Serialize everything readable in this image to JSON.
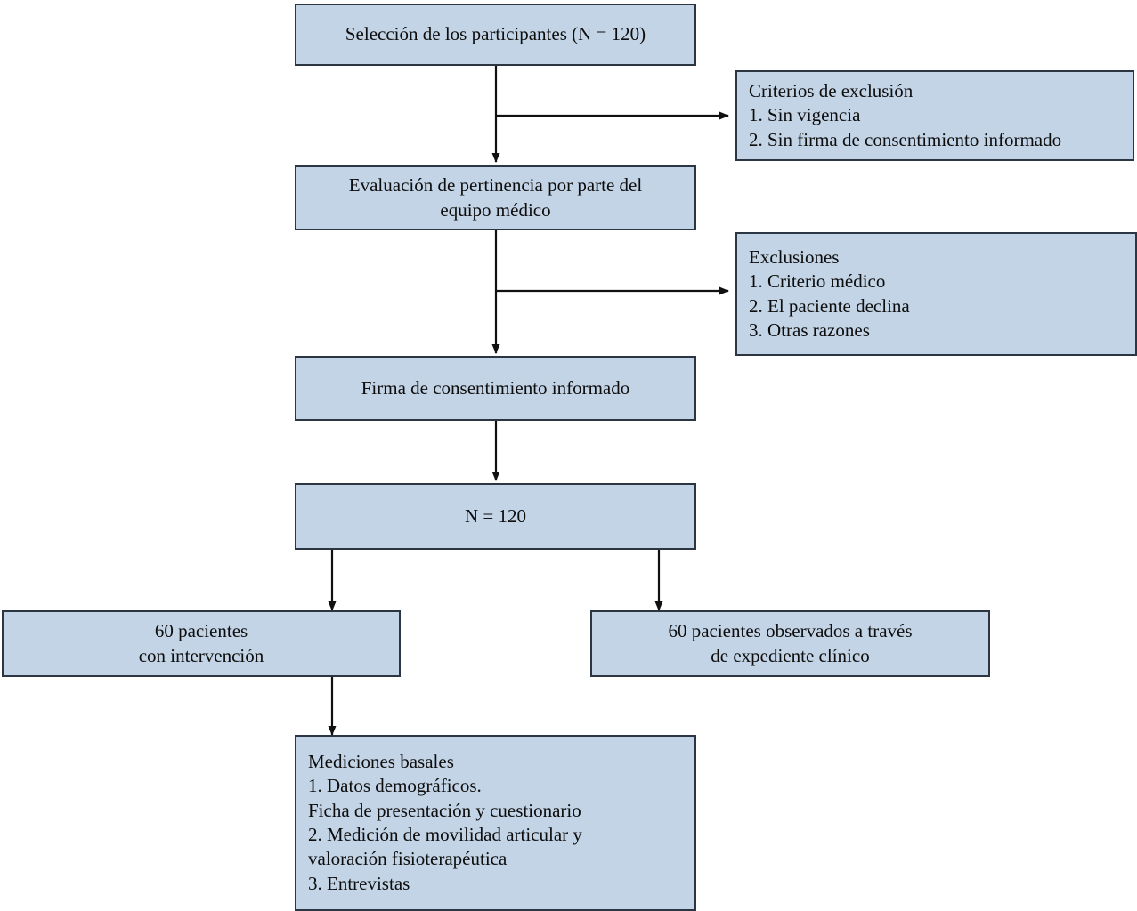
{
  "diagram": {
    "title": "Diagrama de flujo de selección de participantes",
    "language": "es",
    "colors": {
      "node_fill": "#c3d4e6",
      "node_border": "#2b3642",
      "connector": "#111111",
      "background": "#ffffff"
    },
    "nodes": {
      "seleccion": {
        "lines": [
          "Selección de los participantes (N = 120)"
        ]
      },
      "criterios_exclusion": {
        "lines": [
          "Criterios de exclusión",
          "1. Sin vigencia",
          "2. Sin firma de consentimiento informado"
        ]
      },
      "evaluacion": {
        "lines": [
          "Evaluación de pertinencia por parte del",
          "equipo médico"
        ]
      },
      "exclusiones": {
        "lines": [
          "Exclusiones",
          "1. Criterio médico",
          "2. El paciente declina",
          "3. Otras razones"
        ]
      },
      "firma": {
        "lines": [
          "Firma de consentimiento informado"
        ]
      },
      "total": {
        "lines": [
          "N = 120"
        ]
      },
      "grupo_intervencion": {
        "lines": [
          "60 pacientes",
          "con intervención"
        ]
      },
      "grupo_expediente": {
        "lines": [
          "60 pacientes observados a través",
          "de expediente clínico"
        ]
      },
      "mediciones_basales": {
        "lines": [
          "Mediciones basales",
          "1. Datos demográficos.",
          "Ficha de presentación y cuestionario",
          "2. Medición de movilidad articular y",
          "valoración fisioterapéutica",
          "3. Entrevistas"
        ]
      }
    }
  },
  "chart_data": {
    "type": "table",
    "title": "Flujo de selección de participantes",
    "nodes": [
      {
        "id": "seleccion",
        "label": "Selección de los participantes (N = 120)",
        "n": 120
      },
      {
        "id": "criterios_exclusion",
        "label": "Criterios de exclusión",
        "items": [
          "Sin vigencia",
          "Sin firma de consentimiento informado"
        ]
      },
      {
        "id": "evaluacion",
        "label": "Evaluación de pertinencia por parte del equipo médico"
      },
      {
        "id": "exclusiones",
        "label": "Exclusiones",
        "items": [
          "Criterio médico",
          "El paciente declina",
          "Otras razones"
        ]
      },
      {
        "id": "firma",
        "label": "Firma de consentimiento informado"
      },
      {
        "id": "total",
        "label": "N = 120",
        "n": 120
      },
      {
        "id": "grupo_intervencion",
        "label": "60 pacientes con intervención",
        "n": 60
      },
      {
        "id": "grupo_expediente",
        "label": "60 pacientes observados a través de expediente clínico",
        "n": 60
      },
      {
        "id": "mediciones_basales",
        "label": "Mediciones basales",
        "items": [
          "Datos demográficos. Ficha de presentación y cuestionario",
          "Medición de movilidad articular y valoración fisioterapéutica",
          "Entrevistas"
        ]
      }
    ],
    "edges": [
      {
        "from": "seleccion",
        "to": "evaluacion"
      },
      {
        "from": "seleccion",
        "to": "criterios_exclusion"
      },
      {
        "from": "evaluacion",
        "to": "firma"
      },
      {
        "from": "evaluacion",
        "to": "exclusiones"
      },
      {
        "from": "firma",
        "to": "total"
      },
      {
        "from": "total",
        "to": "grupo_intervencion"
      },
      {
        "from": "total",
        "to": "grupo_expediente"
      },
      {
        "from": "grupo_intervencion",
        "to": "mediciones_basales"
      }
    ]
  }
}
